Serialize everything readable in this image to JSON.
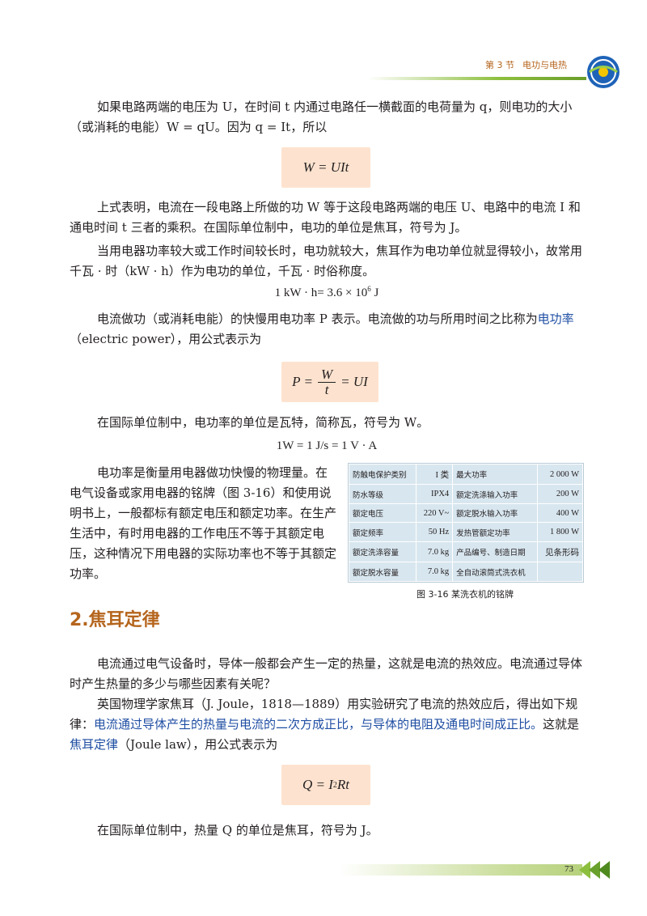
{
  "header": {
    "section": "第 3 节",
    "title": "电功与电热",
    "logo_icon": "circular-emblem-icon"
  },
  "paragraphs": {
    "p1": "如果电路两端的电压为 U，在时间 t 内通过电路任一横截面的电荷量为 q，则电功的大小（或消耗的电能）W = qU。因为 q = It，所以",
    "p2": "上式表明，电流在一段电路上所做的功 W 等于这段电路两端的电压 U、电路中的电流 I 和通电时间 t 三者的乘积。在国际单位制中，电功的单位是焦耳，符号为 J。",
    "p3": "当用电器功率较大或工作时间较长时，电功就较大，焦耳作为电功单位就显得较小，故常用千瓦 · 时（kW · h）作为电功的单位，千瓦 · 时俗称度。",
    "p4a": "电流做功（或消耗电能）的快慢用电功率 P 表示。电流做的功与所用时间之比称为",
    "p4_term": "电功率",
    "p4b": "（electric power），用公式表示为",
    "p5": "在国际单位制中，电功率的单位是瓦特，简称瓦，符号为 W。",
    "p6": "电功率是衡量用电器做功快慢的物理量。在电气设备或家用电器的铭牌（图 3-16）和使用说明书上，一般都标有额定电压和额定功率。在生产生活中，有时用电器的工作电压不等于其额定电压，这种情况下用电器的实际功率也不等于其额定功率。",
    "p7": "电流通过电气设备时，导体一般都会产生一定的热量，这就是电流的热效应。电流通过导体时产生热量的多少与哪些因素有关呢？",
    "p8a": "英国物理学家焦耳（J. Joule，1818—1889）用实验研究了电流的热效应后，得出如下规律：",
    "p8_law": "电流通过导体产生的热量与电流的二次方成正比，与导体的电阻及通电时间成正比。",
    "p8b": "这就是",
    "p8_term": "焦耳定律",
    "p8c": "（Joule law），用公式表示为",
    "p9": "在国际单位制中，热量 Q 的单位是焦耳，符号为 J。"
  },
  "formulas": {
    "f1": "W = UIt",
    "f2_left": "P =",
    "f2_num": "W",
    "f2_den": "t",
    "f2_right": "= UI",
    "f3_left": "Q = I",
    "f3_exp": "2",
    "f3_right": "Rt",
    "eq_kwh_a": "1 kW · h= 3.6 × 10",
    "eq_kwh_exp": "6",
    "eq_kwh_b": " J",
    "eq_watt": "1W = 1 J/s = 1 V · A"
  },
  "nameplate": {
    "rows": [
      [
        "防触电保护类别",
        "I 类",
        "最大功率",
        "2 000 W"
      ],
      [
        "防水等级",
        "IPX4",
        "额定洗涤输入功率",
        "200 W"
      ],
      [
        "额定电压",
        "220 V~",
        "额定脱水输入功率",
        "400 W"
      ],
      [
        "额定频率",
        "50 Hz",
        "发热管额定功率",
        "1 800 W"
      ],
      [
        "额定洗涤容量",
        "7.0 kg",
        "产品编号、制造日期",
        "见条形码"
      ],
      [
        "额定脱水容量",
        "7.0 kg",
        "全自动滚筒式洗衣机",
        ""
      ]
    ],
    "caption": "图 3-16   某洗衣机的铭牌"
  },
  "section_title": "2.焦耳定律",
  "page_number": "73",
  "colors": {
    "accent_orange": "#b5651d",
    "term_blue": "#1f4ea3",
    "formula_bg": "#fde3cf",
    "plate_bg": "#d8e6ef",
    "green_bar": "#8dbf3e"
  }
}
